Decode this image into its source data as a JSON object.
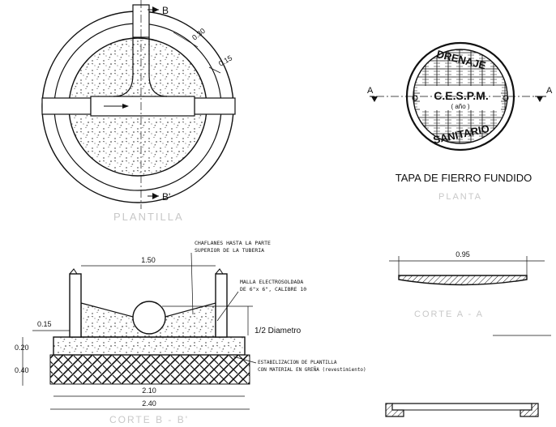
{
  "plan": {
    "section_b_top": "B",
    "section_b_bottom": "B'",
    "dim_030": "0.30",
    "dim_015": "0.15",
    "caption": "PLANTILLA"
  },
  "cover": {
    "word_top": "DRENAJE",
    "center": "C.E.S.P.M.",
    "year": "( año )",
    "word_bottom": "SANITARIO",
    "section_a_left": "A",
    "section_a_right": "A",
    "caption": "TAPA DE FIERRO FUNDIDO",
    "subcaption": "PLANTA"
  },
  "section": {
    "note_chaflanes_1": "CHAFLANES HASTA LA PARTE",
    "note_chaflanes_2": "SUPERIOR DE LA TUBERIA",
    "note_malla_1": "MALLA ELECTROSOLDADA",
    "note_malla_2": "DE 6\"x 6\", CALIBRE 10",
    "dim_150": "1.50",
    "dim_015": "0.15",
    "dim_020": "0.20",
    "dim_040": "0.40",
    "half_diameter": "1/2 Diametro",
    "note_estab_1": "ESTABILIZACION DE PLANTILLA",
    "note_estab_2": "CON MATERIAL EN GREÑA (revestimiento)",
    "dim_210": "2.10",
    "dim_240": "2.40",
    "caption": "CORTE B - B'"
  },
  "cover_section": {
    "dim_095": "0.95",
    "caption": "CORTE A - A"
  }
}
